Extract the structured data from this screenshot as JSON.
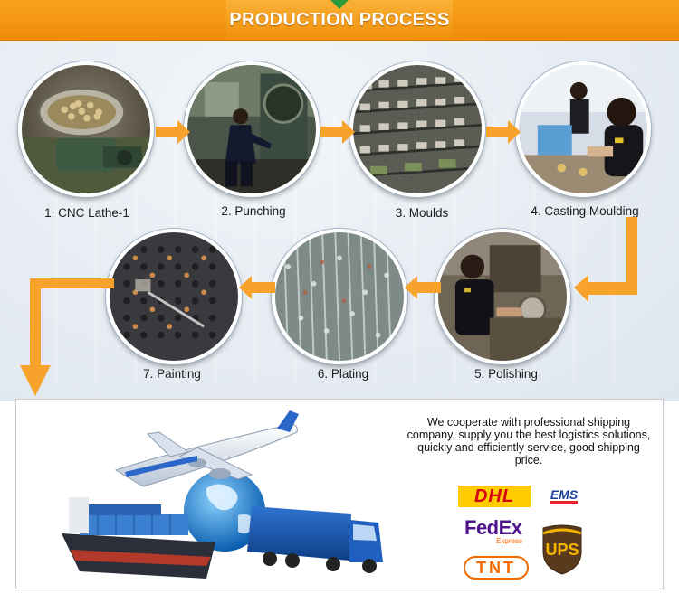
{
  "header": {
    "title": "PRODUCTION PROCESS"
  },
  "steps": [
    {
      "label": "1. CNC Lathe-1"
    },
    {
      "label": "2. Punching"
    },
    {
      "label": "3. Moulds"
    },
    {
      "label": "4. Casting Moulding"
    },
    {
      "label": "5. Polishing"
    },
    {
      "label": "6. Plating"
    },
    {
      "label": "7. Painting"
    }
  ],
  "shipping": {
    "text": "We cooperate with professional shipping company, supply you the best logistics solutions, quickly and efficiently service, good shipping price.",
    "logos": {
      "dhl": "DHL",
      "ems": "EMS",
      "fedex": "FedEx",
      "fedex_sub": "Express",
      "ups": "UPS",
      "tnt": "TNT"
    }
  },
  "colors": {
    "accent_orange": "#f39a15",
    "arrow_orange": "#f7a22b",
    "dhl_red": "#d40511",
    "dhl_yellow": "#ffcc00",
    "fedex_purple": "#4d148c",
    "fedex_orange": "#ff6600",
    "ups_brown": "#5a3a1c",
    "ups_gold": "#f5b400",
    "tnt_orange": "#f26b00"
  }
}
